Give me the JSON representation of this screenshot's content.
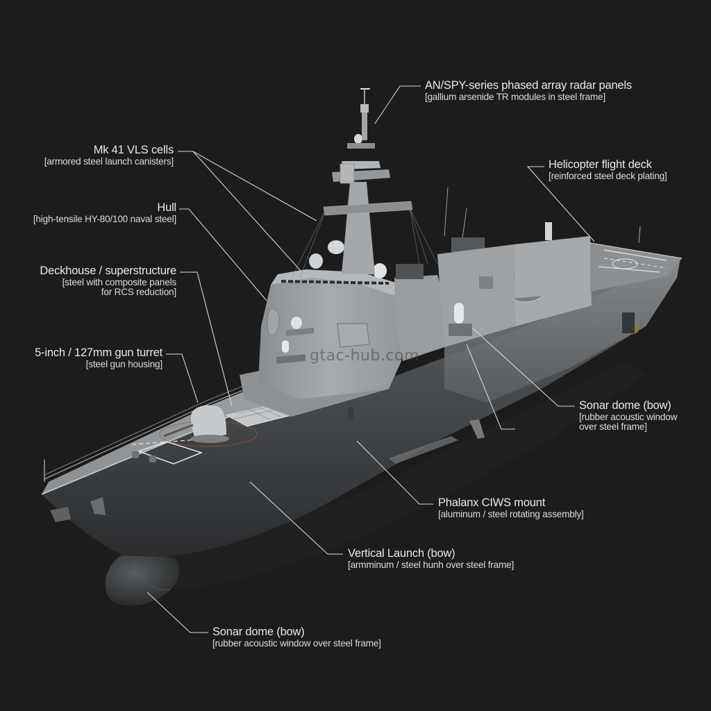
{
  "diagram": {
    "subject": "Destroyer 3D cutaway with material callouts",
    "background_color": "#1c1c1c",
    "line_color": "#d8d8d8",
    "watermark": "gtac-hub.com",
    "callouts": [
      {
        "id": "radar",
        "title": "AN/SPY-series phased array radar panels",
        "subtitle": "[gallium arsenide TR modules in steel frame]"
      },
      {
        "id": "vls",
        "title": "Mk 41 VLS cells",
        "subtitle": "[armored steel launch canisters]"
      },
      {
        "id": "hull",
        "title": "Hull",
        "subtitle": "[high-tensile HY-80/100 naval steel]"
      },
      {
        "id": "deckhouse",
        "title": "Deckhouse / superstructure",
        "subtitle": "[steel with composite panels\nfor RCS reduction]"
      },
      {
        "id": "gun",
        "title": "5-inch / 127mm gun turret",
        "subtitle": "[steel gun housing]"
      },
      {
        "id": "heli",
        "title": "Helicopter flight deck",
        "subtitle": "[reinforced steel deck plating]"
      },
      {
        "id": "sonar_mid",
        "title": "Sonar dome (bow)",
        "subtitle": "[rubber acoustic window\nover steel frame]"
      },
      {
        "id": "ciws",
        "title": "Phalanx CIWS mount",
        "subtitle": "[aluminum / steel rotating assembly]"
      },
      {
        "id": "vl_bow",
        "title": "Vertical Launch (bow)",
        "subtitle": "[armminum / steel hunh over steel frame]"
      },
      {
        "id": "sonar_bow",
        "title": "Sonar dome (bow)",
        "subtitle": "[rubber acoustic window over steel frame]"
      }
    ]
  }
}
